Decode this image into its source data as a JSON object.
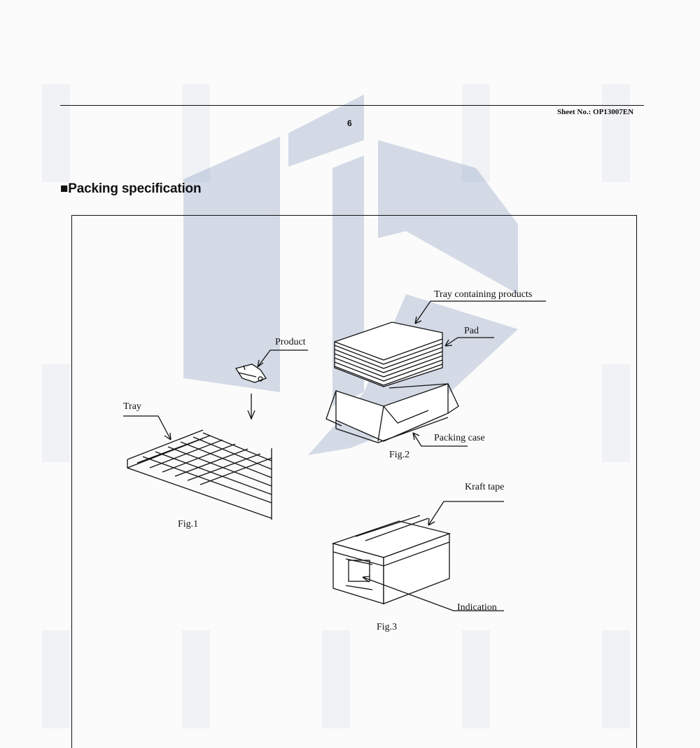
{
  "header": {
    "sheet_no": "Sheet No.: OP13007EN",
    "page_number": "6"
  },
  "section": {
    "title": "■Packing specification"
  },
  "figures": {
    "labels": {
      "tray_containing_products": "Tray containing products",
      "pad": "Pad",
      "product": "Product",
      "tray": "Tray",
      "packing_case": "Packing case",
      "fig2": "Fig.2",
      "kraft_tape": "Kraft tape",
      "fig1": "Fig.1",
      "indication": "Indication",
      "fig3": "Fig.3"
    }
  },
  "colors": {
    "watermark": "#4a6a9e",
    "ink": "#111111",
    "background": "#fbfbfb"
  }
}
